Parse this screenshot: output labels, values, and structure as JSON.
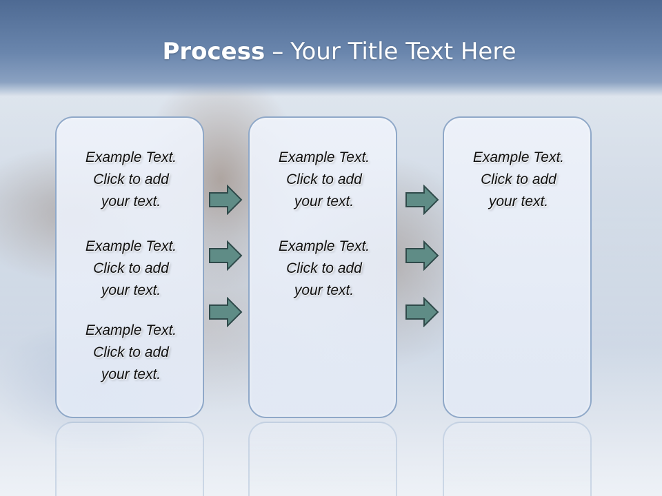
{
  "slide": {
    "title_bold": "Process",
    "title_sep": "–",
    "title_rest": "Your Title Text Here"
  },
  "columns": [
    {
      "items": [
        "Example Text.\nClick  to add\nyour text.",
        "Example Text.\nClick  to add\nyour text.",
        "Example Text.\nClick  to add\nyour text."
      ]
    },
    {
      "items": [
        "Example Text.\nClick  to add\nyour text.",
        "Example Text.\nClick  to add\nyour text."
      ]
    },
    {
      "items": [
        "Example Text.\nClick  to add\nyour text."
      ]
    }
  ],
  "colors": {
    "arrow_fill": "#5f8c86",
    "arrow_stroke": "#2f4a4a",
    "box_border": "#8fa8c8",
    "title_bar": "#5f7ba3"
  }
}
